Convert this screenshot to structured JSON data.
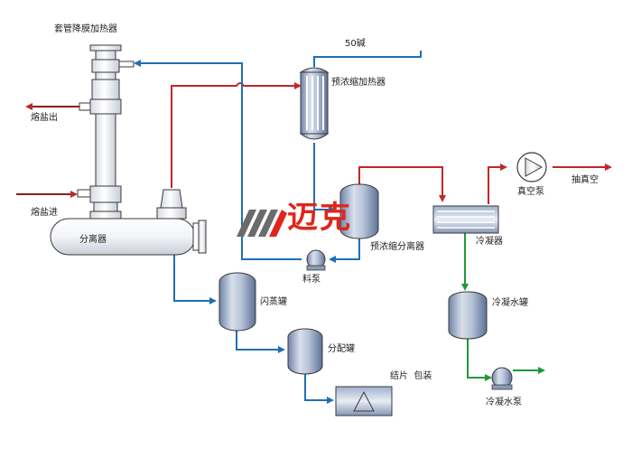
{
  "labels": {
    "jacket_heater": "套管降膜加热器",
    "salt_out": "熔盐出",
    "salt_in": "熔盐进",
    "separator": "分离器",
    "alkali_50": "50碱",
    "preconc_heater": "预浓缩加热器",
    "preconc_separator": "预浓缩分离器",
    "feed_pump": "料泵",
    "condenser": "冷凝器",
    "vacuum_pump": "真空泵",
    "vacuum_out": "抽真空",
    "flash_tank": "闪蒸罐",
    "dist_tank": "分配罐",
    "flaking_packing": "结片  包装",
    "cond_tank": "冷凝水罐",
    "cond_pump": "冷凝水泵",
    "logo_text": "迈克"
  },
  "colors": {
    "hot_line": "#c0272d",
    "process_line": "#1f6fb5",
    "condensate_line": "#1f9a3a",
    "vessel_fill_light": "#f4f6f9",
    "vessel_fill_dark": "#8a9bb8",
    "outline": "#3a3a3a",
    "logo_red": "#e1251b",
    "logo_dark": "#333333"
  }
}
